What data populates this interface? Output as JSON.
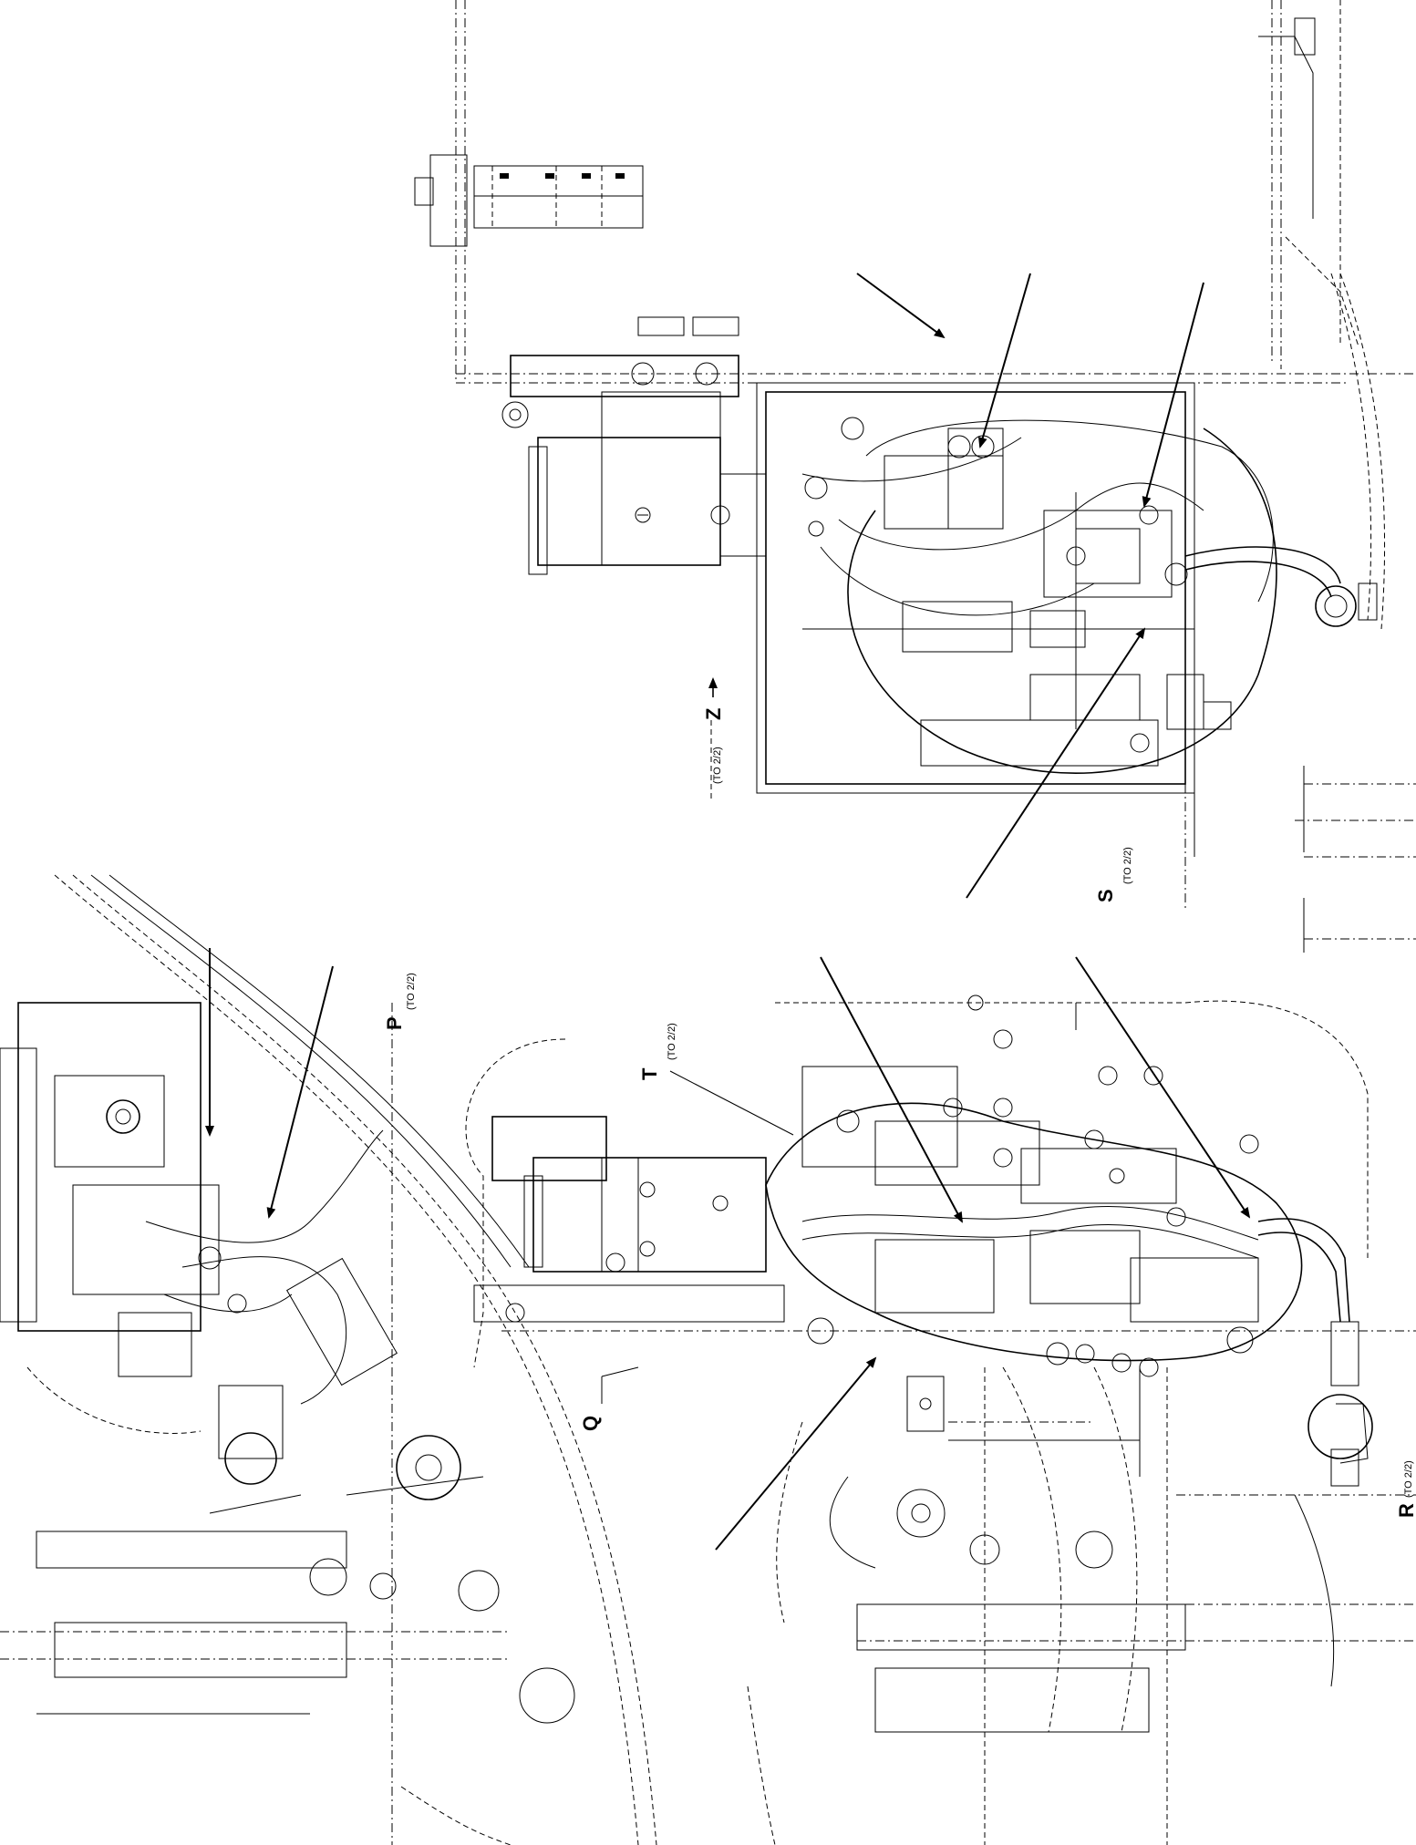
{
  "view_labels": [
    {
      "id": "z",
      "letter": "Z",
      "ref": "(TO 2/2)"
    },
    {
      "id": "s",
      "letter": "S",
      "ref": "(TO 2/2)"
    },
    {
      "id": "p",
      "letter": "P",
      "ref": "(TO 2/2)"
    },
    {
      "id": "t",
      "letter": "T",
      "ref": "(TO 2/2)"
    },
    {
      "id": "q",
      "letter": "Q",
      "ref": ""
    },
    {
      "id": "r",
      "letter": "R",
      "ref": "(TO 2/2)"
    }
  ],
  "callout_arrow_count": 9
}
